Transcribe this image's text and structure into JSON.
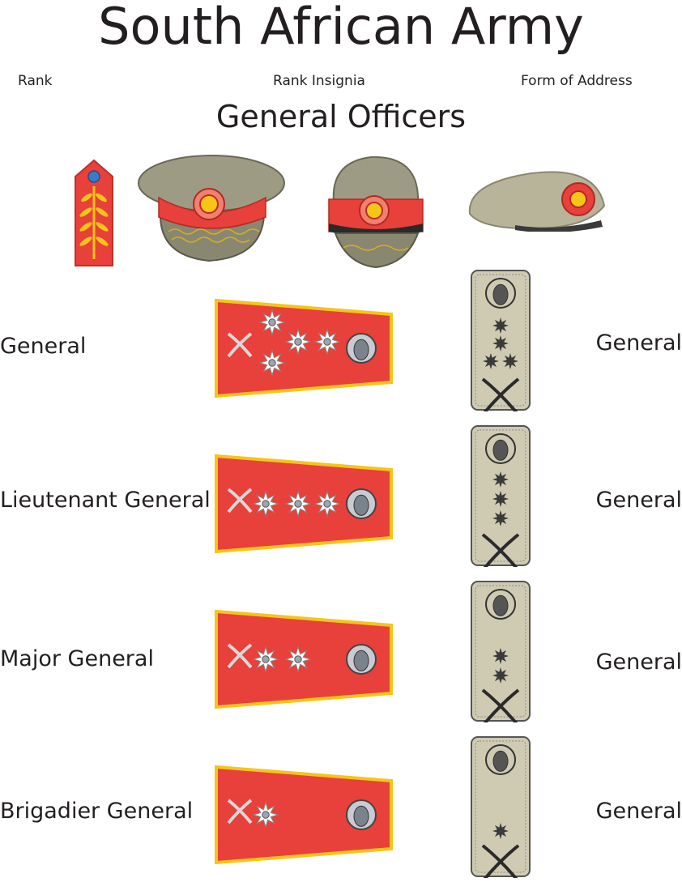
{
  "title": "South African Army",
  "columns": {
    "rank": "Rank",
    "insignia": "Rank Insignia",
    "address": "Form of Address"
  },
  "section_title": "General Officers",
  "headgear": [
    "gorget-patch",
    "peaked-cap",
    "side-cap",
    "beret"
  ],
  "colors": {
    "scarlet": "#e8403a",
    "gold": "#f5c518",
    "khaki": "#b8b49a",
    "grey-green": "#8a8770"
  },
  "ranks": [
    {
      "name": "General",
      "address": "General",
      "stars": 4
    },
    {
      "name": "Lieutenant General",
      "address": "General",
      "stars": 3
    },
    {
      "name": "Major General",
      "address": "General",
      "stars": 2
    },
    {
      "name": "Brigadier General",
      "address": "General",
      "stars": 1
    }
  ]
}
